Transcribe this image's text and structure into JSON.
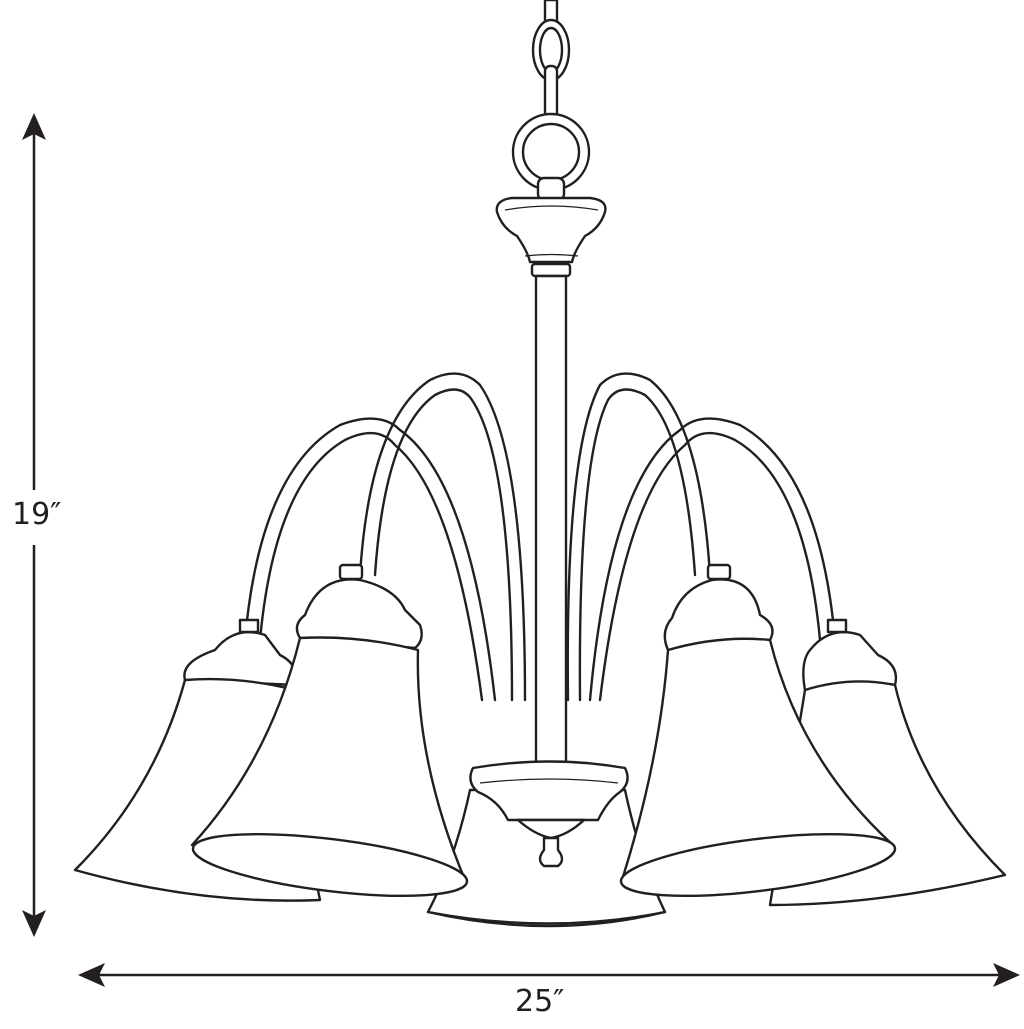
{
  "diagram": {
    "subject": "five-light bell-shade chandelier line drawing",
    "dimensions": {
      "height": {
        "label": "19″",
        "orientation": "vertical"
      },
      "width": {
        "label": "25″",
        "orientation": "horizontal"
      }
    },
    "parts": [
      "chain",
      "ring-loop",
      "canopy-cap",
      "center-stem",
      "curved-arms",
      "bell-glass-shades",
      "center-bowl",
      "finial"
    ],
    "shade_count": 5,
    "colors": {
      "line": "#231f20",
      "texture": "#d6d6d6",
      "background": "#ffffff"
    }
  }
}
